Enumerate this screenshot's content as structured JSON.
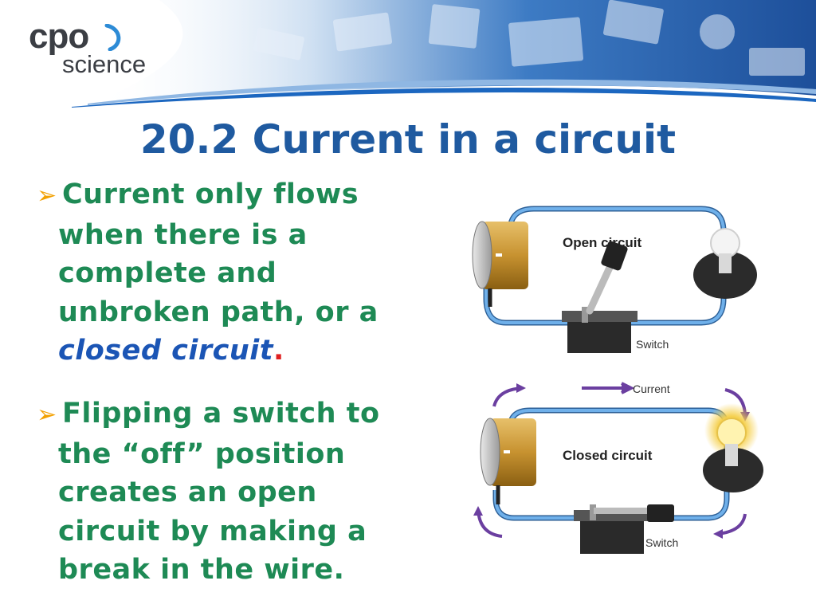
{
  "logo": {
    "top": "cpo",
    "bottom": "science"
  },
  "title": "20.2 Current in a circuit",
  "bullets": [
    {
      "arrow": "➢",
      "lines": [
        "Current only flows",
        "when there is a",
        "complete and",
        "unbroken path, or a"
      ],
      "emphasis": "closed circuit",
      "end": "."
    },
    {
      "arrow": "➢",
      "lines": [
        "Flipping a switch to",
        "the “off” position",
        "creates an open",
        "circuit by making a",
        "break in the wire."
      ]
    }
  ],
  "figures": {
    "open": {
      "label": "Open circuit",
      "switch_label": "Switch"
    },
    "closed": {
      "label": "Closed circuit",
      "switch_label": "Switch",
      "current_label": "Current"
    }
  },
  "colors": {
    "title": "#1f5aa0",
    "body_text": "#1e8a55",
    "emphasis": "#1b55b5",
    "arrow": "#f2a000",
    "wire": "#4a90d9"
  }
}
